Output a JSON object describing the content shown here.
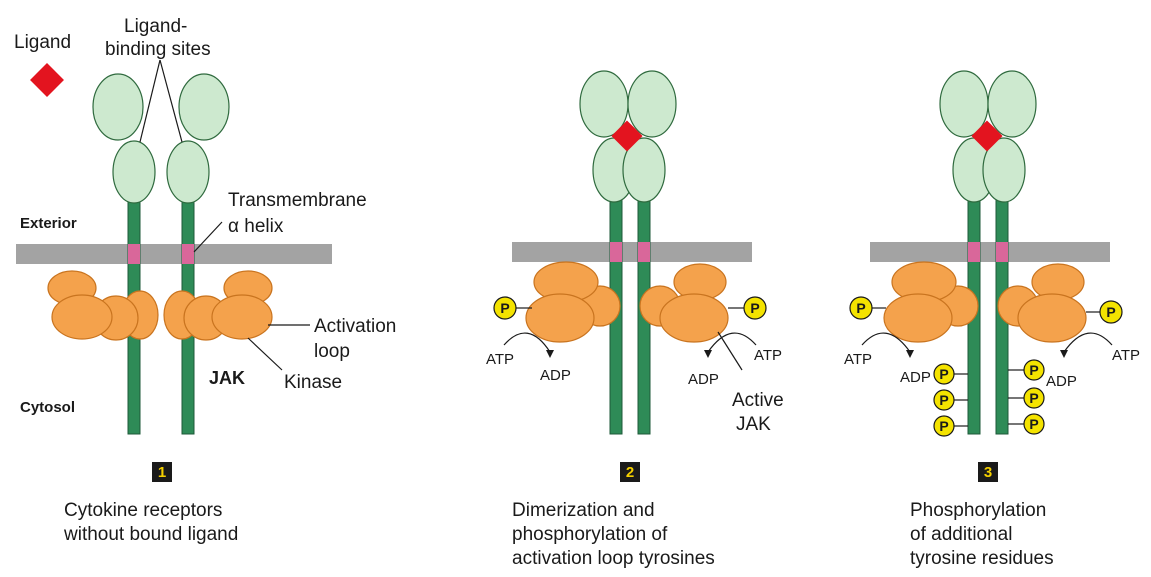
{
  "colors": {
    "ligand": "#e3141f",
    "domain_fill": "#cde9cf",
    "domain_stroke": "#2f6a3e",
    "stalk": "#2e8b57",
    "membrane": "#a3a3a3",
    "tm_segment": "#d9679a",
    "jak": "#f4a24c",
    "phosphate": "#f4e300",
    "step_box": "#1a1a1a",
    "step_text": "#f5d000"
  },
  "labels": {
    "ligand": "Ligand",
    "binding_sites_line1": "Ligand-",
    "binding_sites_line2": "binding sites",
    "exterior": "Exterior",
    "cytosol": "Cytosol",
    "transmembrane_line1": "Transmembrane",
    "transmembrane_line2": "α helix",
    "activation_line1": "Activation",
    "activation_line2": "loop",
    "jak": "JAK",
    "kinase": "Kinase",
    "active_line1": "Active",
    "active_line2": "JAK",
    "atp": "ATP",
    "adp": "ADP",
    "phosphate": "P"
  },
  "panels": [
    {
      "step": "1",
      "caption": [
        "Cytokine receptors",
        "without bound ligand"
      ]
    },
    {
      "step": "2",
      "caption": [
        "Dimerization and",
        "phosphorylation of",
        "activation loop tyrosines"
      ]
    },
    {
      "step": "3",
      "caption": [
        "Phosphorylation",
        "of additional",
        "tyrosine residues"
      ]
    }
  ]
}
